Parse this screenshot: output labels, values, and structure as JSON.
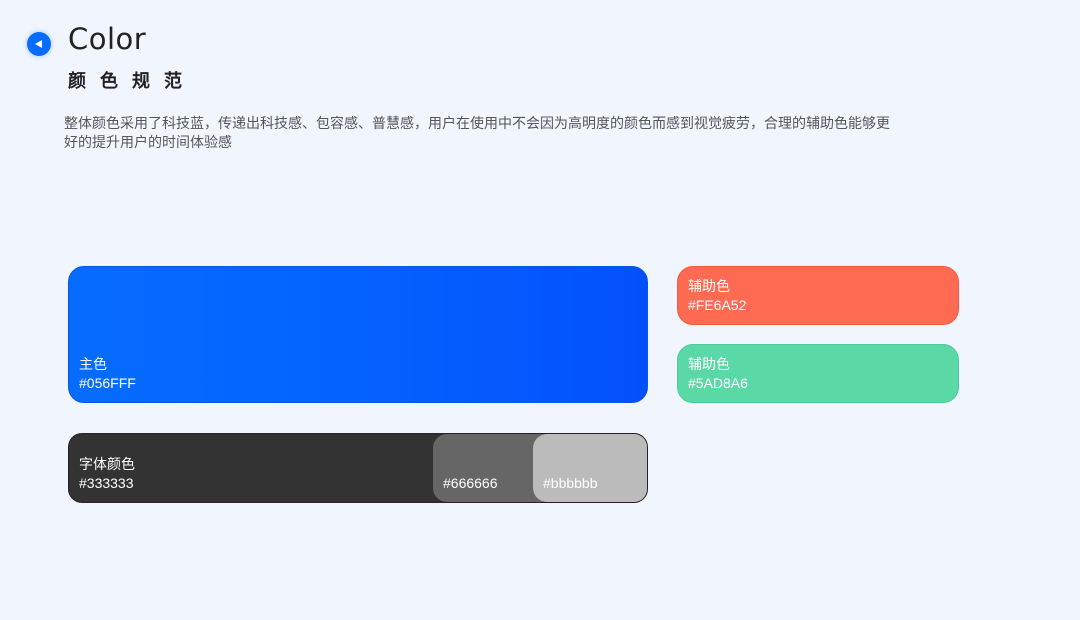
{
  "header": {
    "icon": "play-left-icon",
    "title": "Color",
    "subtitle": "颜色规范",
    "description": "整体颜色采用了科技蓝，传递出科技感、包容感、普慧感，用户在使用中不会因为高明度的颜色而感到视觉疲劳，合理的辅助色能够更好的提升用户的时间体验感"
  },
  "swatches": {
    "primary": {
      "label": "主色",
      "hex": "#056FFF",
      "color": "#056FFF"
    },
    "accents": [
      {
        "label": "辅助色",
        "hex": "#FE6A52",
        "color": "#FE6A52"
      },
      {
        "label": "辅助色",
        "hex": "#5AD8A6",
        "color": "#5AD8A6"
      }
    ],
    "font": {
      "label": "字体颜色",
      "shades": [
        {
          "hex": "#333333",
          "color": "#333333"
        },
        {
          "hex": "#666666",
          "color": "#666666"
        },
        {
          "hex": "#bbbbbb",
          "color": "#bbbbbb"
        }
      ]
    }
  }
}
